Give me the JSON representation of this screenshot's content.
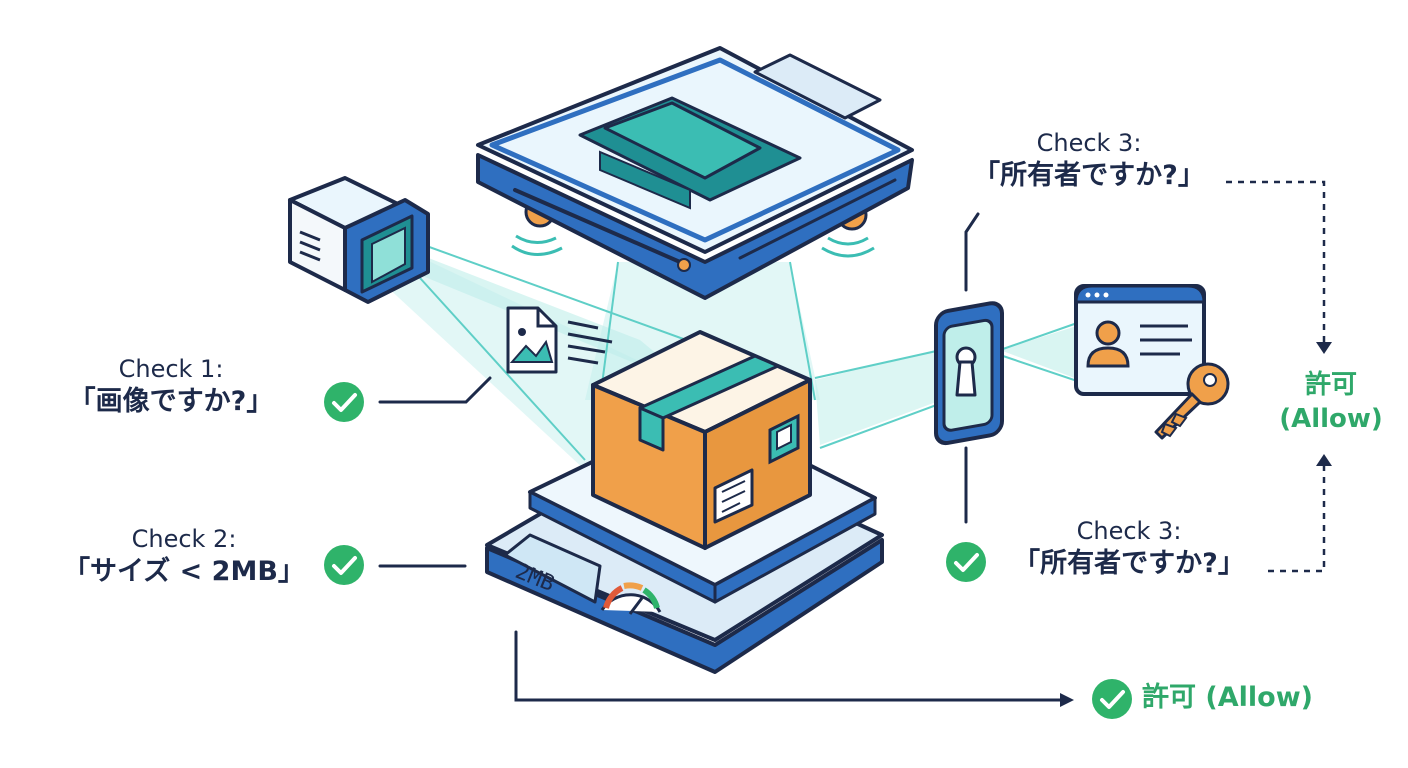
{
  "checks": {
    "check1": {
      "title": "Check 1:",
      "question": "「画像ですか?」"
    },
    "check2": {
      "title": "Check 2:",
      "question": "「サイズ < 2MB」"
    },
    "check3_top": {
      "title": "Check 3:",
      "question": "「所有者ですか?」"
    },
    "check3_bottom": {
      "title": "Check 3:",
      "question": "「所有者ですか?」"
    }
  },
  "outcomes": {
    "allow_right_line1": "許可",
    "allow_right_line2": "(Allow)",
    "allow_bottom": "許可 (Allow)"
  },
  "scale": {
    "readout": "2MB"
  },
  "colors": {
    "navy": "#1d2a4a",
    "blue": "#2f6fc0",
    "teal": "#3bbdb3",
    "light_teal": "#bfeeea",
    "orange": "#f0a04a",
    "check_green": "#2fb36a",
    "allow_green": "#2fa86a"
  }
}
